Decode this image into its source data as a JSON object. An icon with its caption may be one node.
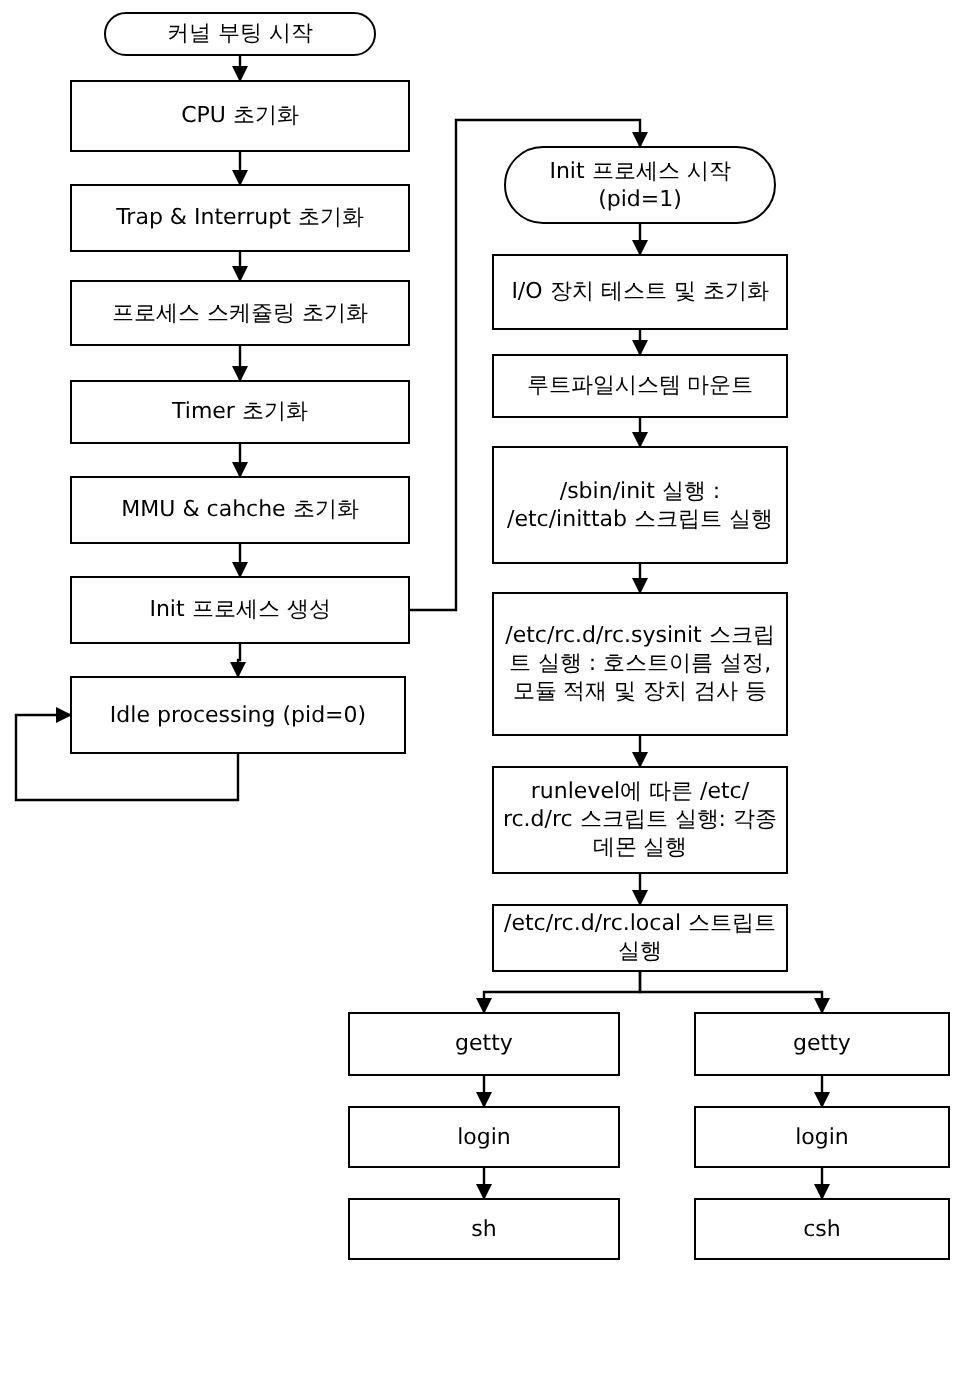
{
  "diagram": {
    "nodes": [
      {
        "text": [
          "커널 부팅 시작"
        ]
      },
      {
        "text": [
          "CPU 초기화"
        ]
      },
      {
        "text": [
          "Trap & Interrupt 초기화"
        ]
      },
      {
        "text": [
          "프로세스 스케쥴링 초기화"
        ]
      },
      {
        "text": [
          "Timer 초기화"
        ]
      },
      {
        "text": [
          "MMU & cahche 초기화"
        ]
      },
      {
        "text": [
          "Init 프로세스 생성"
        ]
      },
      {
        "text": [
          "Idle processing (pid=0)"
        ]
      },
      {
        "text": [
          "Init 프로세스 시작 (pid=1)"
        ]
      },
      {
        "text": [
          "I/O 장치 테스트 및 초기화"
        ]
      },
      {
        "text": [
          "루트파일시스템 마운트"
        ]
      },
      {
        "text": [
          "/sbin/init 실행 : /etc/inittab 스크립트 실행"
        ]
      },
      {
        "text": [
          "/etc/rc.d/rc.sysinit 스크립트 실행 : 호스트이름 설정, 모듈 적재 및 장치 검사 등"
        ]
      },
      {
        "text": [
          "runlevel에 따른 /etc/ rc.d/rc 스크립트 실행: 각종 데몬 실행"
        ]
      },
      {
        "text": [
          "/etc/rc.d/rc.local 스트립트 실행"
        ]
      },
      {
        "text": [
          "getty"
        ]
      },
      {
        "text": [
          "login"
        ]
      },
      {
        "text": [
          "sh"
        ]
      },
      {
        "text": [
          "getty"
        ]
      },
      {
        "text": [
          "login"
        ]
      },
      {
        "text": [
          "csh"
        ]
      }
    ],
    "edges": [
      {
        "from": 0,
        "to": 1,
        "arrow": "to"
      },
      {
        "from": 1,
        "to": 2,
        "arrow": "to"
      },
      {
        "from": 2,
        "to": 3,
        "arrow": "to"
      },
      {
        "from": 3,
        "to": 4,
        "arrow": "to"
      },
      {
        "from": 4,
        "to": 5,
        "arrow": "to"
      },
      {
        "from": 5,
        "to": 6,
        "arrow": "to"
      },
      {
        "from": 6,
        "to": 7,
        "arrow": "to"
      },
      {
        "from": 7,
        "to": 7,
        "arrow": "to"
      },
      {
        "from": 6,
        "to": 8,
        "arrow": "to"
      },
      {
        "from": 8,
        "to": 9,
        "arrow": "to"
      },
      {
        "from": 9,
        "to": 10,
        "arrow": "to"
      },
      {
        "from": 10,
        "to": 11,
        "arrow": "to"
      },
      {
        "from": 11,
        "to": 12,
        "arrow": "to"
      },
      {
        "from": 12,
        "to": 13,
        "arrow": "to"
      },
      {
        "from": 13,
        "to": 14,
        "arrow": "to"
      },
      {
        "from": 14,
        "to": 15,
        "arrow": "to"
      },
      {
        "from": 14,
        "to": 18,
        "arrow": "to"
      },
      {
        "from": 15,
        "to": 16,
        "arrow": "to"
      },
      {
        "from": 16,
        "to": 17,
        "arrow": "to"
      },
      {
        "from": 18,
        "to": 19,
        "arrow": "to"
      },
      {
        "from": 19,
        "to": 20,
        "arrow": "to"
      }
    ]
  }
}
